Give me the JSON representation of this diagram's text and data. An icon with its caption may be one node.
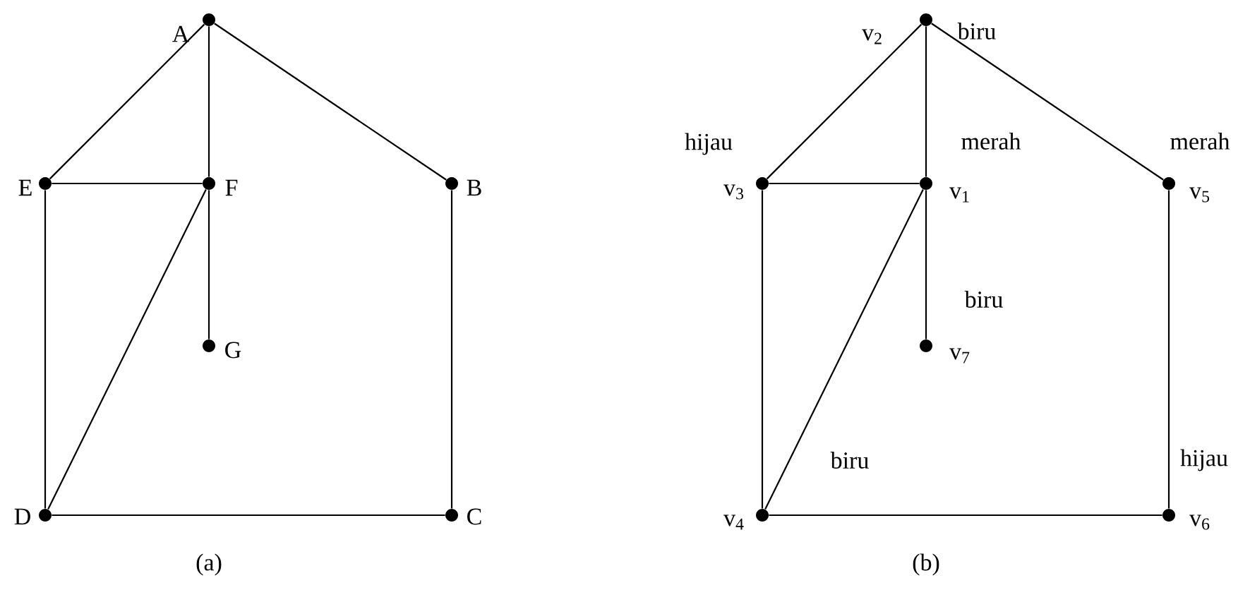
{
  "diagram": {
    "nodes": [
      {
        "text": [
          "A"
        ]
      },
      {
        "text": [
          "E"
        ]
      },
      {
        "text": [
          "F"
        ]
      },
      {
        "text": [
          "B"
        ]
      },
      {
        "text": [
          "G"
        ]
      },
      {
        "text": [
          "D"
        ]
      },
      {
        "text": [
          "C"
        ]
      },
      {
        "text": [
          "v$_{2}$"
        ],
        "beside": [
          "biru"
        ]
      },
      {
        "text": [
          "v$_{3}$"
        ],
        "beside": [
          "hijau"
        ]
      },
      {
        "text": [
          "v$_{1}$"
        ],
        "beside": [
          "merah"
        ]
      },
      {
        "text": [
          "v$_{5}$"
        ],
        "beside": [
          "merah"
        ]
      },
      {
        "text": [
          "v$_{7}$"
        ],
        "beside": [
          "biru"
        ]
      },
      {
        "text": [
          "v$_{4}$"
        ],
        "beside": [
          "biru"
        ]
      },
      {
        "text": [
          "v$_{6}$"
        ],
        "beside": [
          "hijau"
        ]
      }
    ],
    "edges": [
      {
        "from": 0,
        "to": 1,
        "arrow": "none"
      },
      {
        "from": 0,
        "to": 2,
        "arrow": "none"
      },
      {
        "from": 0,
        "to": 3,
        "arrow": "none"
      },
      {
        "from": 1,
        "to": 2,
        "arrow": "none"
      },
      {
        "from": 1,
        "to": 5,
        "arrow": "none"
      },
      {
        "from": 2,
        "to": 5,
        "arrow": "none"
      },
      {
        "from": 2,
        "to": 4,
        "arrow": "none"
      },
      {
        "from": 3,
        "to": 6,
        "arrow": "none"
      },
      {
        "from": 5,
        "to": 6,
        "arrow": "none"
      },
      {
        "from": 7,
        "to": 8,
        "arrow": "none"
      },
      {
        "from": 7,
        "to": 9,
        "arrow": "none"
      },
      {
        "from": 7,
        "to": 10,
        "arrow": "none"
      },
      {
        "from": 8,
        "to": 9,
        "arrow": "none"
      },
      {
        "from": 8,
        "to": 12,
        "arrow": "none"
      },
      {
        "from": 9,
        "to": 12,
        "arrow": "none"
      },
      {
        "from": 9,
        "to": 11,
        "arrow": "none"
      },
      {
        "from": 10,
        "to": 13,
        "arrow": "none"
      },
      {
        "from": 12,
        "to": 13,
        "arrow": "none"
      }
    ],
    "labels": [
      "(a)",
      "(b)"
    ]
  }
}
